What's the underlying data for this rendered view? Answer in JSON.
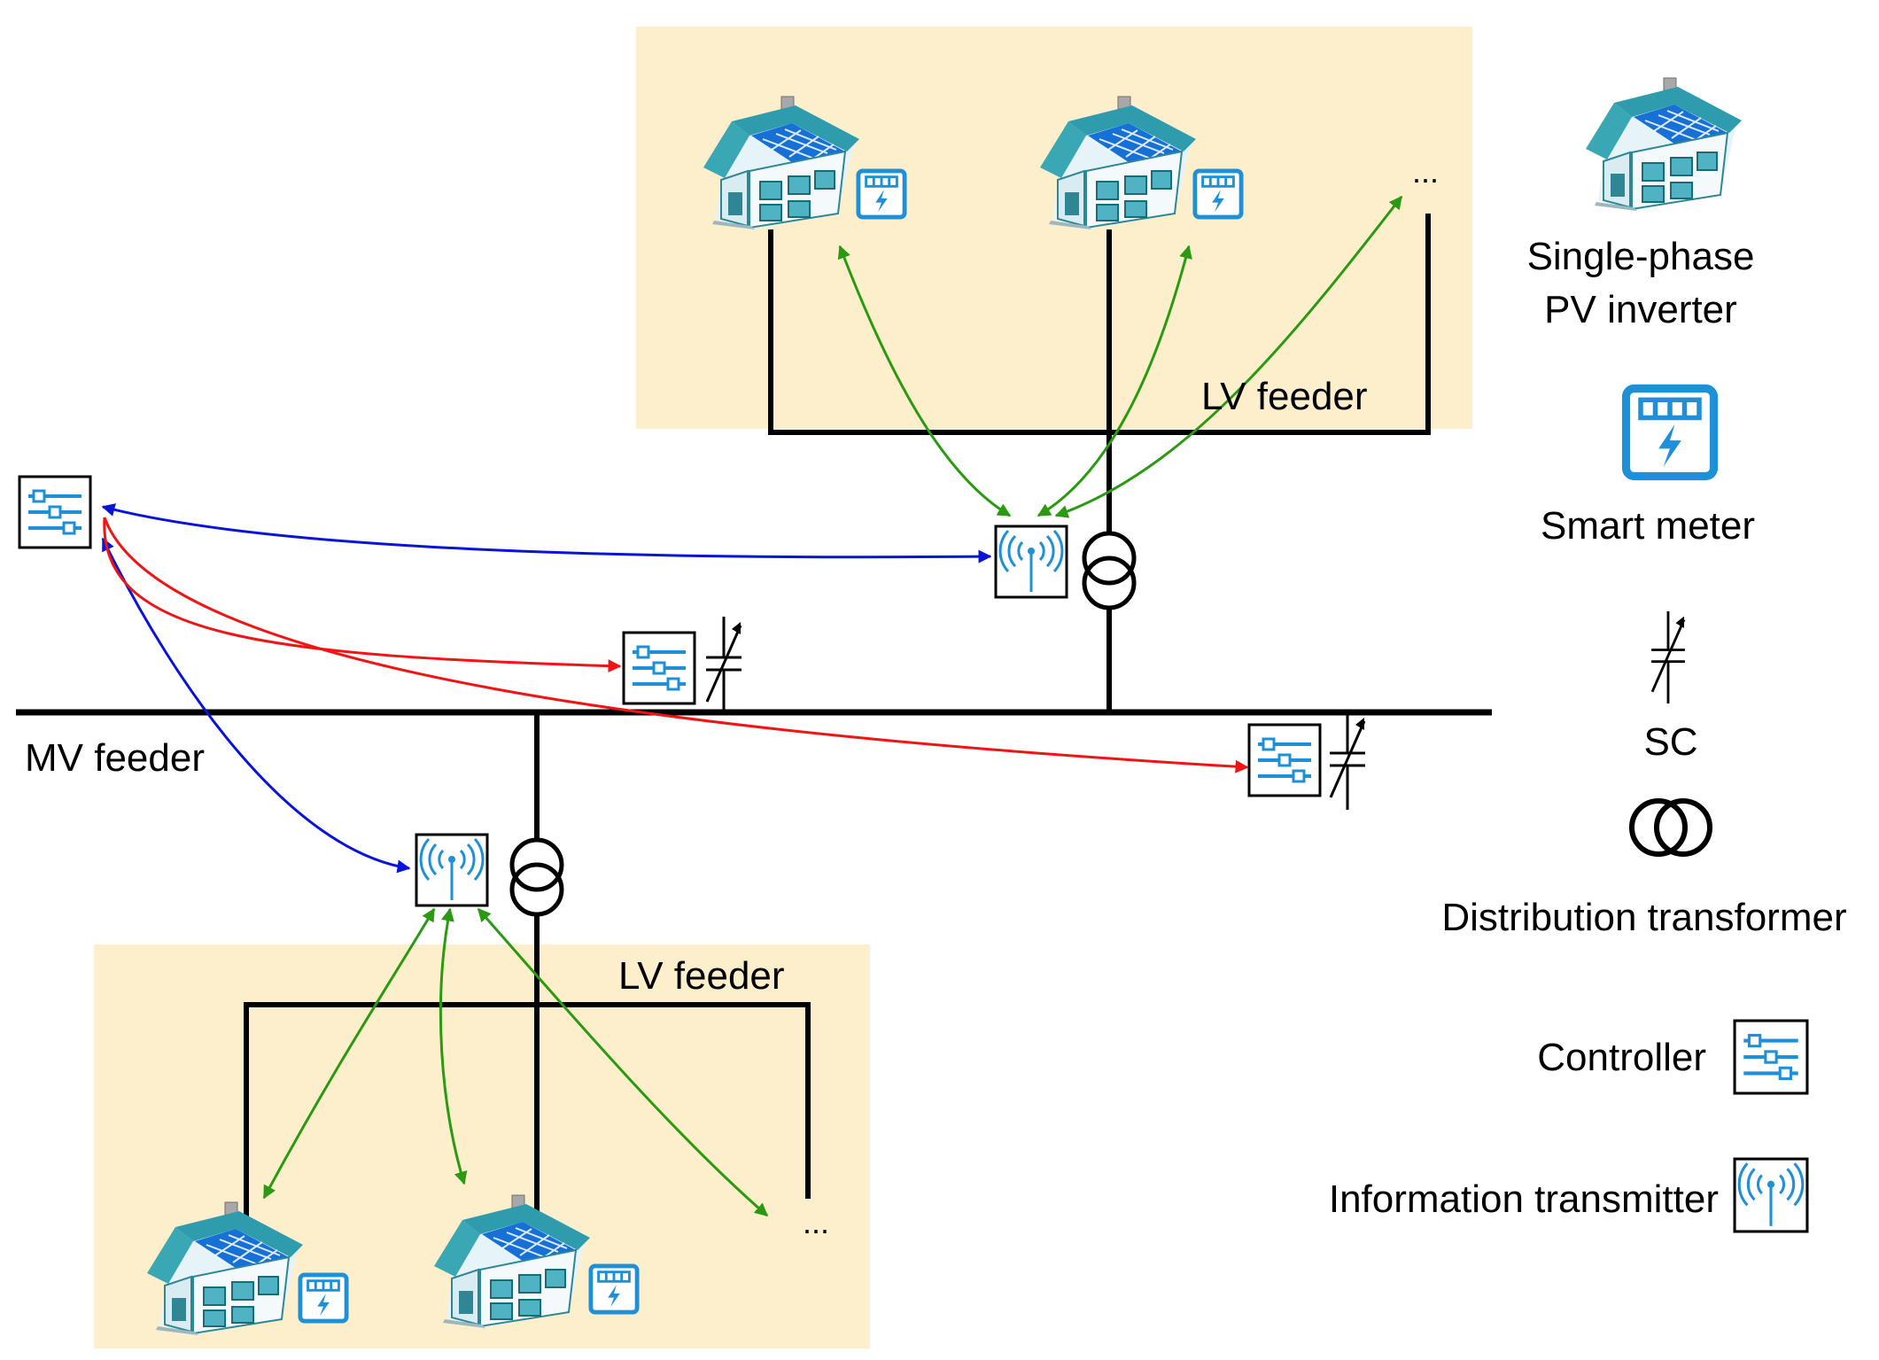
{
  "labels": {
    "mv_feeder": "MV feeder",
    "lv_feeder_top": "LV feeder",
    "lv_feeder_bottom": "LV feeder",
    "ellipsis_top": "...",
    "ellipsis_bottom": "..."
  },
  "legend": {
    "pv_inverter_line1": "Single-phase",
    "pv_inverter_line2": "PV inverter",
    "smart_meter": "Smart meter",
    "sc": "SC",
    "distribution_transformer": "Distribution transformer",
    "controller": "Controller",
    "information_transmitter": "Information transmitter"
  },
  "colors": {
    "lv_area": "#fdefcb",
    "link_green": "#2a9a12",
    "link_blue": "#0a14d8",
    "link_red": "#f01414",
    "icon_blue": "#1e90d8",
    "roof_teal": "#3aa7b5",
    "solar_panel": "#1670d6"
  },
  "icons": [
    "house-pv-icon",
    "smart-meter-icon",
    "controller-icon",
    "transmitter-icon",
    "sc-icon",
    "transformer-icon"
  ]
}
